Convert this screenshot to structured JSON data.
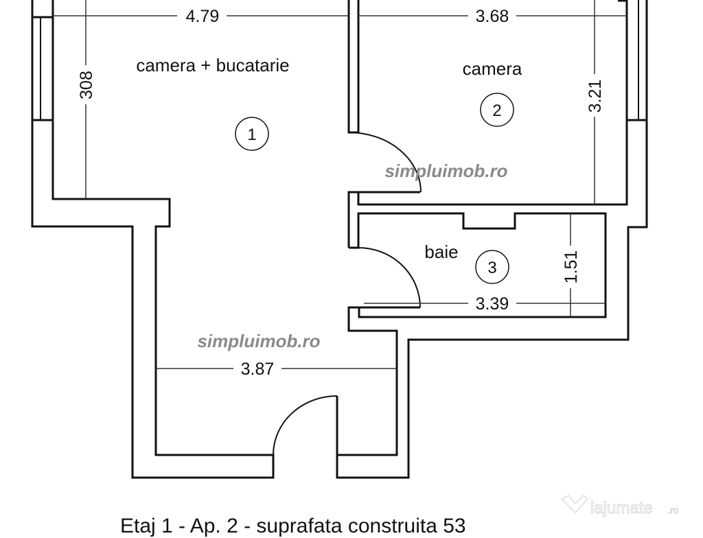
{
  "rooms": [
    {
      "number": "1",
      "name": "camera + bucatarie"
    },
    {
      "number": "2",
      "name": "camera"
    },
    {
      "number": "3",
      "name": "baie"
    }
  ],
  "dimensions": {
    "room1_width": "4.79",
    "room1_height": "308",
    "room1_lower_width": "3.87",
    "room2_width": "3.68",
    "room2_height": "3.21",
    "room3_width": "3.39",
    "room3_height": "1.51"
  },
  "watermarks": {
    "agency": "simpluimob.ro",
    "site": "lajumate",
    "site_suffix": ".ro"
  },
  "caption": "Etaj 1 - Ap. 2 - suprafata construita 53"
}
